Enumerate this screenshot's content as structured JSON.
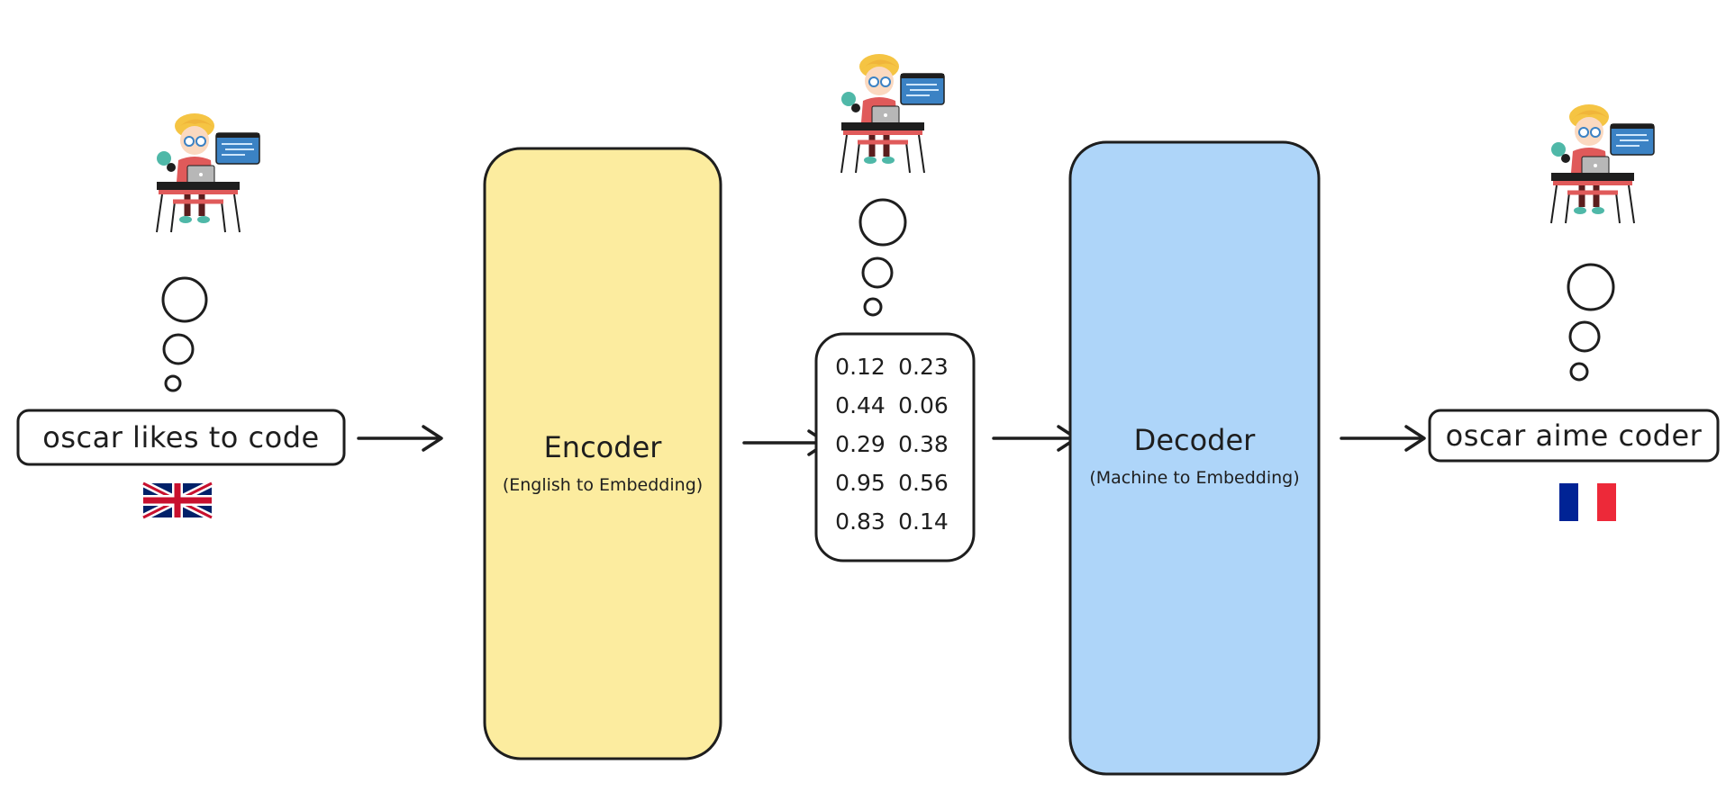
{
  "colors": {
    "encoder_fill": "#fcec9f",
    "decoder_fill": "#aed5f9",
    "stroke": "#1e1e1e",
    "flag_fr_blue": "#002395",
    "flag_fr_red": "#ed2939",
    "flag_uk_blue": "#012169",
    "flag_uk_red": "#c8102e"
  },
  "input": {
    "text": "oscar likes to code",
    "flag": "uk-flag-icon"
  },
  "encoder": {
    "title": "Encoder",
    "subtitle": "(English to Embedding)"
  },
  "embedding": {
    "rows": [
      [
        "0.12",
        "0.23"
      ],
      [
        "0.44",
        "0.06"
      ],
      [
        "0.29",
        "0.38"
      ],
      [
        "0.95",
        "0.56"
      ],
      [
        "0.83",
        "0.14"
      ]
    ]
  },
  "decoder": {
    "title": "Decoder",
    "subtitle": "(Machine to Embedding)"
  },
  "output": {
    "text": "oscar aime coder",
    "flag": "france-flag-icon"
  },
  "icons": [
    "developer-illustration-icon",
    "thought-bubble-icon",
    "arrow-right-icon"
  ]
}
